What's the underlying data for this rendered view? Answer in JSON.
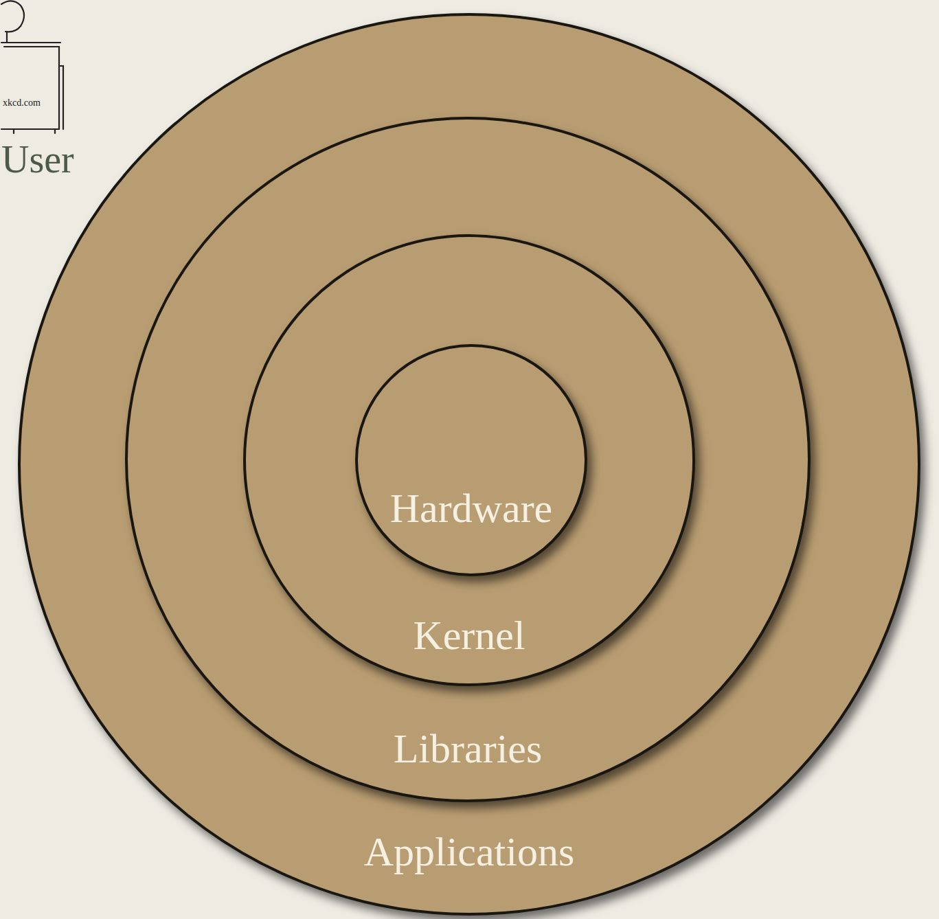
{
  "diagram": {
    "nodes": [
      {
        "text": [
          "Applications"
        ]
      },
      {
        "text": [
          "Libraries"
        ],
        "in": 0
      },
      {
        "text": [
          "Kernel"
        ],
        "in": 1
      },
      {
        "text": [
          "Hardware"
        ],
        "in": 2
      }
    ],
    "labels": [
      "User",
      "xkcd.com"
    ]
  }
}
